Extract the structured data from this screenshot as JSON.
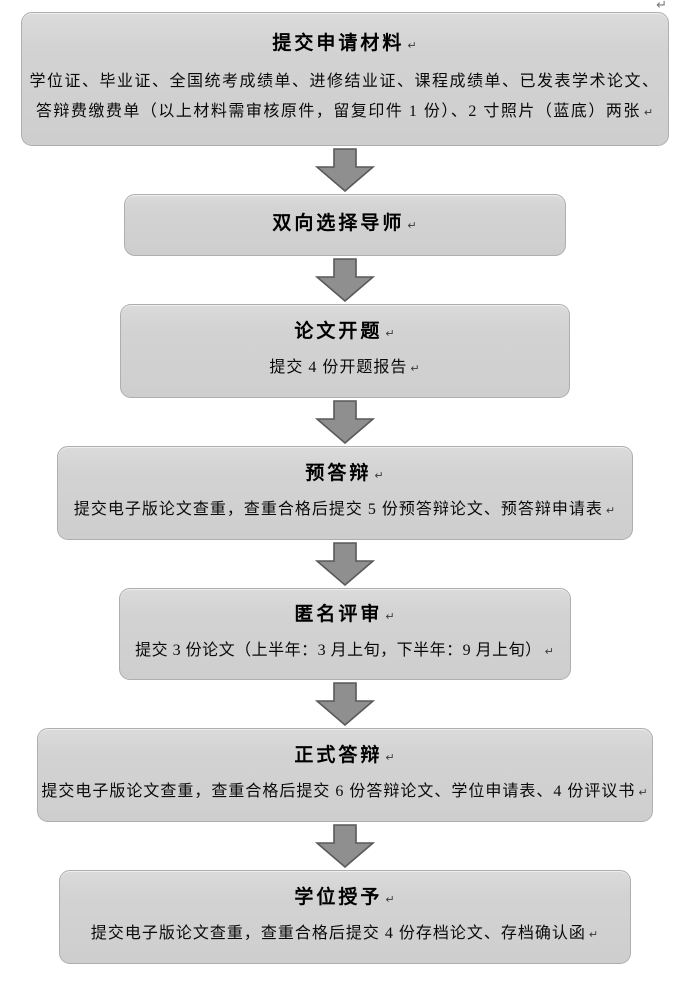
{
  "page": {
    "background": "#ffffff",
    "paragraph_mark": "↵"
  },
  "flowchart": {
    "type": "vertical-process-flow",
    "colors": {
      "box_fill": "#d1d1d1",
      "box_fill_highlight": "#dbdbdb",
      "box_border": "#aeaeae",
      "arrow_fill": "#8f8f8f",
      "arrow_border": "#595959",
      "text": "#000000"
    },
    "steps": [
      {
        "title": "提交申请材料",
        "body_lines": [
          "学位证、毕业证、全国统考成绩单、进修结业证、课程成绩单、已发表学术论文、",
          "答辩费缴费单（以上材料需审核原件，留复印件 1 份）、2 寸照片（蓝底）两张"
        ]
      },
      {
        "title": "双向选择导师",
        "body_lines": []
      },
      {
        "title": "论文开题",
        "body_lines": [
          "提交 4 份开题报告"
        ]
      },
      {
        "title": "预答辩",
        "body_lines": [
          "提交电子版论文查重，查重合格后提交 5 份预答辩论文、预答辩申请表"
        ]
      },
      {
        "title": "匿名评审",
        "body_lines": [
          "提交 3 份论文（上半年：3 月上旬，下半年：9 月上旬）"
        ]
      },
      {
        "title": "正式答辩",
        "body_lines": [
          "提交电子版论文查重，查重合格后提交 6 份答辩论文、学位申请表、4 份评议书"
        ]
      },
      {
        "title": "学位授予",
        "body_lines": [
          "提交电子版论文查重，查重合格后提交 4 份存档论文、存档确认函"
        ]
      }
    ]
  }
}
